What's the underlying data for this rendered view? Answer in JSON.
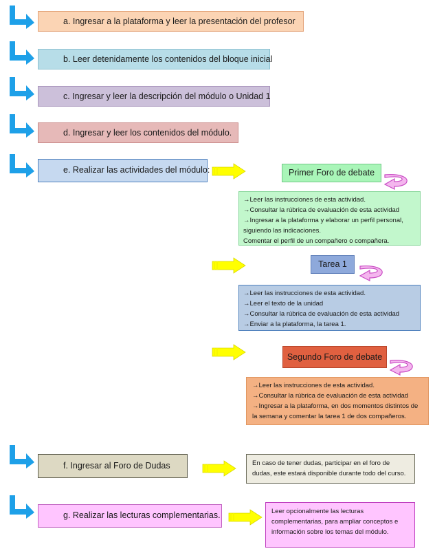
{
  "steps": {
    "a": "a.   Ingresar a la plataforma  y leer la presentación del profesor",
    "b": "b.   Leer detenidamente los contenidos del bloque inicial",
    "c": "c.   Ingresar y leer la descripción del módulo o  Unidad 1",
    "d": "d.   Ingresar y leer los contenidos del módulo.",
    "e": "e.   Realizar las actividades del módulo:",
    "f": "f.    Ingresar al Foro de Dudas",
    "g": "g.   Realizar las lecturas complementarias."
  },
  "activities": [
    {
      "title": "Primer Foro de debate",
      "lines": [
        "→Leer las instrucciones  de esta actividad.",
        "→Consultar  la rúbrica de evaluación  de esta actividad",
        "→Ingresar a la plataforma  y elaborar un perfil personal,",
        "siguiendo  las indicaciones.",
        "Comentar el perfil de un compañero o compañera."
      ]
    },
    {
      "title": "Tarea 1",
      "lines": [
        "→Leer las instrucciones  de esta actividad.",
        "→Leer el texto de la unidad",
        "→Consultar  la rúbrica  de  evaluación  de  esta  actividad",
        "→Enviar a la plataforma,  la tarea 1."
      ]
    },
    {
      "title": "Segundo Foro de debate",
      "lines": [
        "→Leer las instrucciones  de esta actividad.",
        "→Consultar  la rúbrica de evaluación de esta actividad",
        "→Ingresar a la plataforma,  en dos momentos  distintos  de",
        "la semana y comentar  la tarea 1 de dos compañeros."
      ]
    }
  ],
  "notes": {
    "dudas": "En caso de tener dudas,  participar  en el foro de dudas, este estará disponible  durante todo del curso.",
    "lecturas": "Leer opcionalmente  las lecturas complementarias,  para ampliar conceptos  e información sobre los temas del módulo."
  },
  "colors": {
    "elbow_arrow": "#1ea0e8",
    "yellow_arrow": "#ffff00",
    "curved_arrow": "#d86ad0",
    "a_fill": "#fbd4b4",
    "b_fill": "#b7dde8",
    "c_fill": "#ccc0da",
    "d_fill": "#e6b9b8",
    "e_fill": "#c6d9f0",
    "f_fill": "#ddd9c3",
    "g_fill": "#ffc5ff",
    "foro1_title": "#a9f5b8",
    "foro1_detail": "#c2f7cc",
    "tarea_title": "#8ea9db",
    "tarea_detail": "#b8cce4",
    "foro2_title": "#e06040",
    "foro2_detail": "#f4b183",
    "dudas_fill": "#eeece1"
  },
  "icons": {
    "elbow": "elbow-arrow-icon",
    "block": "yellow-block-arrow-icon",
    "curve": "curved-arrow-icon"
  }
}
